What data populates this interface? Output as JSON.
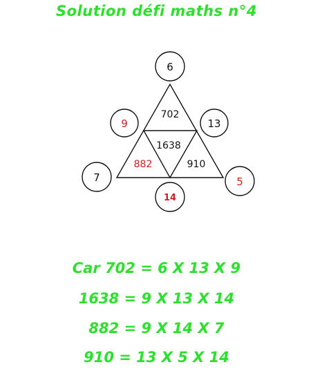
{
  "title": "Solution défi maths n°4",
  "colors": {
    "green": "#2ee02e",
    "red": "#cc1f1f",
    "black": "#111111"
  },
  "diagram": {
    "triangles": [
      {
        "id": "top",
        "value": "702",
        "color": "black"
      },
      {
        "id": "center",
        "value": "1638",
        "color": "black"
      },
      {
        "id": "left",
        "value": "882",
        "color": "red"
      },
      {
        "id": "right",
        "value": "910",
        "color": "black"
      }
    ],
    "circles": [
      {
        "id": "top",
        "value": "6",
        "color": "black",
        "bold": false
      },
      {
        "id": "upper-left",
        "value": "9",
        "color": "red",
        "bold": false
      },
      {
        "id": "upper-right",
        "value": "13",
        "color": "black",
        "bold": false
      },
      {
        "id": "bottom-left",
        "value": "7",
        "color": "black",
        "bold": false
      },
      {
        "id": "bottom",
        "value": "14",
        "color": "red",
        "bold": true
      },
      {
        "id": "bottom-right",
        "value": "5",
        "color": "red",
        "bold": false
      }
    ]
  },
  "equations": [
    "Car 702 = 6 X 13 X 9",
    "1638 = 9 X 13 X 14",
    "882 = 9 X 14 X 7",
    "910 = 13 X 5 X 14"
  ]
}
